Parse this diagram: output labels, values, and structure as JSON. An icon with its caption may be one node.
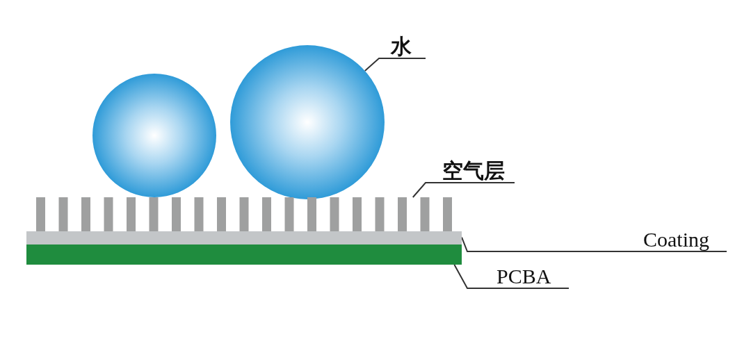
{
  "diagram": {
    "nodes": [
      {
        "text": [
          "水"
        ]
      },
      {
        "text": [],
        "shape": "circle"
      },
      {
        "text": [],
        "shape": "circle"
      },
      {
        "text": [
          "空气层"
        ]
      },
      {
        "text": [],
        "shape": "bar"
      },
      {
        "text": [
          "Coating"
        ]
      },
      {
        "text": [],
        "shape": "bar"
      },
      {
        "text": [
          "PCBA"
        ]
      },
      {
        "text": [],
        "shape": "bar"
      }
    ],
    "edges": [
      {
        "from": 0,
        "to": 2,
        "arrow": "none"
      },
      {
        "from": 3,
        "to": 4,
        "arrow": "none"
      },
      {
        "from": 5,
        "to": 6,
        "arrow": "none"
      },
      {
        "from": 7,
        "to": 8,
        "arrow": "none"
      }
    ]
  }
}
